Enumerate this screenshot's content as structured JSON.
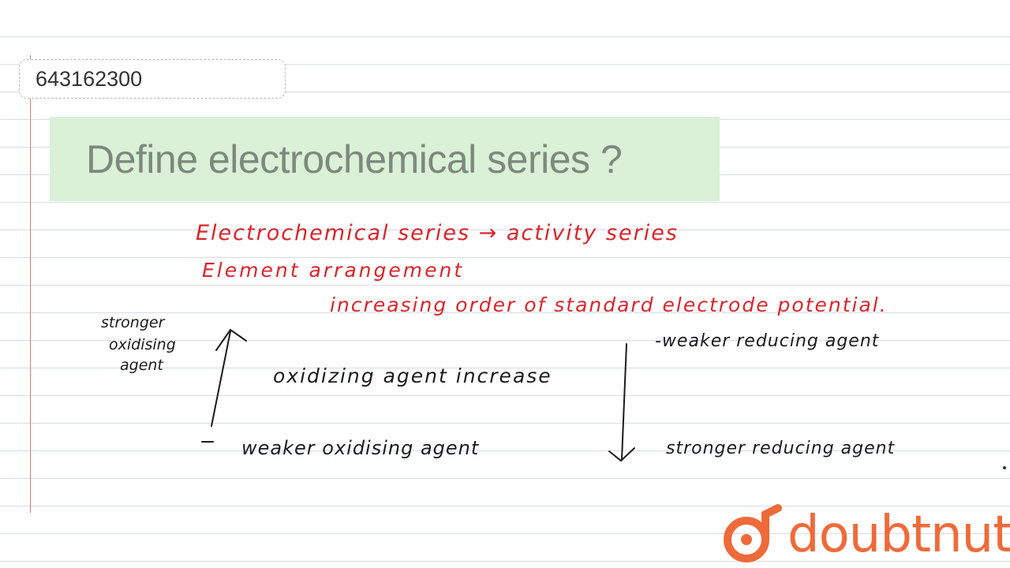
{
  "question_id": "643162300",
  "question": "Define electrochemical series ?",
  "notes": {
    "line1": "Electrochemical series → activity series",
    "line2": "Element arrangement",
    "line3": "increasing order of standard electrode potential.",
    "left_top": [
      "stronger",
      "oxidising",
      "agent"
    ],
    "middle": "oxidizing agent increase",
    "left_bottom": "weaker oxidising agent",
    "right_top": "-weaker reducing agent",
    "right_bottom": "stronger reducing agent"
  },
  "brand": {
    "name": "doubtnut",
    "color": "#ef6a3a"
  }
}
